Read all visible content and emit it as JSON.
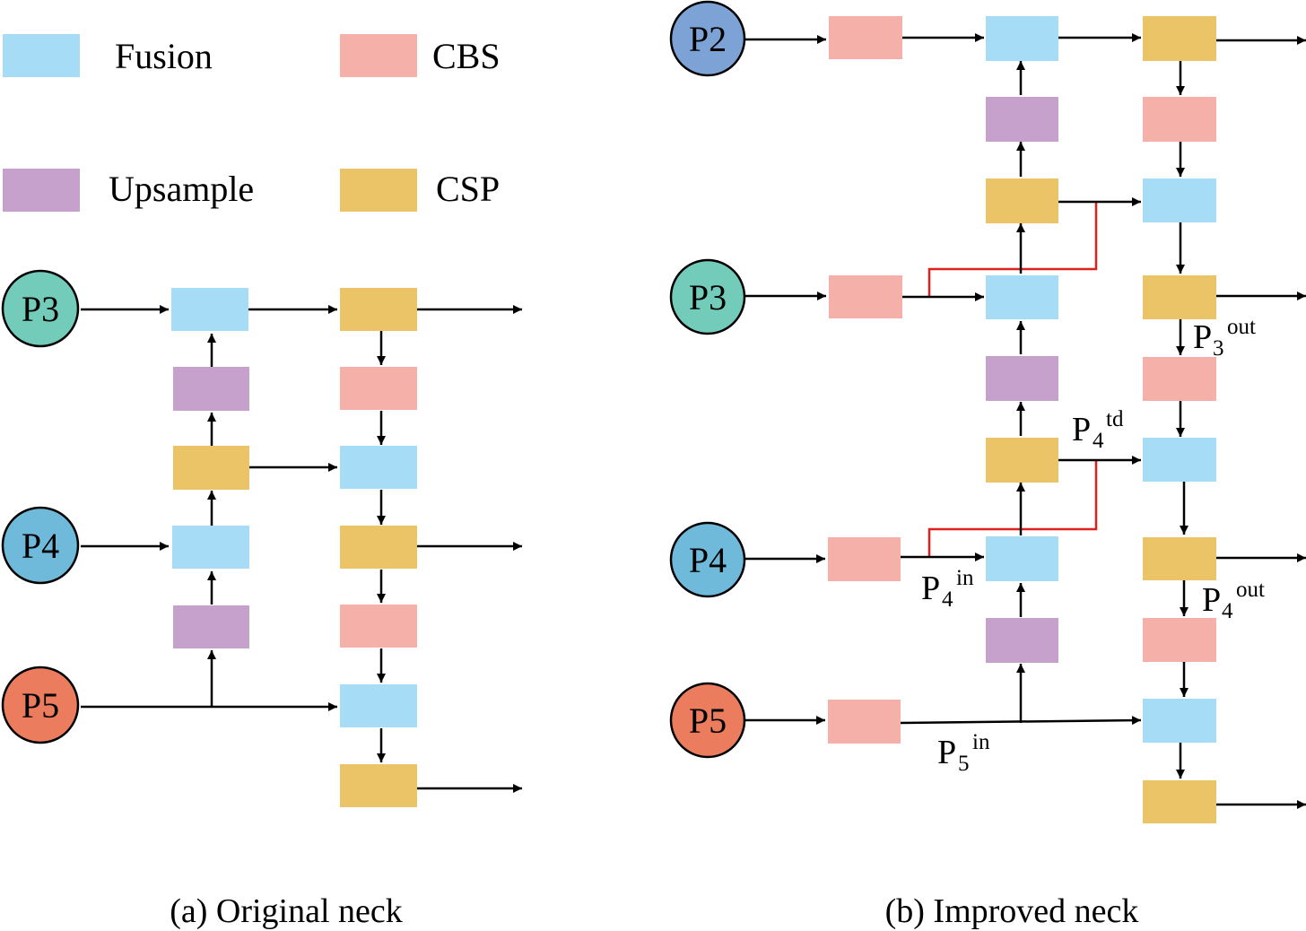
{
  "colors": {
    "fusion": "#a6dcf5",
    "cbs": "#f6b0aa",
    "upsample": "#c6a1cc",
    "csp": "#eac467",
    "p2": "#7da3d6",
    "p3": "#72ccb9",
    "p4": "#6fbadb",
    "p5": "#eb7d5e",
    "highlight_line": "#e0201f"
  },
  "legend": {
    "fusion": "Fusion",
    "cbs": "CBS",
    "upsample": "Upsample",
    "csp": "CSP"
  },
  "original": {
    "caption": "(a) Original neck",
    "p3": "P3",
    "p4": "P4",
    "p5": "P5"
  },
  "improved": {
    "caption": "(b) Improved neck",
    "p2": "P2",
    "p3": "P3",
    "p4": "P4",
    "p5": "P5",
    "labels": {
      "p3_out": {
        "base": "P",
        "sub": "3",
        "sup": "out"
      },
      "p4_td": {
        "base": "P",
        "sub": "4",
        "sup": "td"
      },
      "p4_in": {
        "base": "P",
        "sub": "4",
        "sup": "in"
      },
      "p4_out": {
        "base": "P",
        "sub": "4",
        "sup": "out"
      },
      "p5_in": {
        "base": "P",
        "sub": "5",
        "sup": "in"
      }
    }
  }
}
